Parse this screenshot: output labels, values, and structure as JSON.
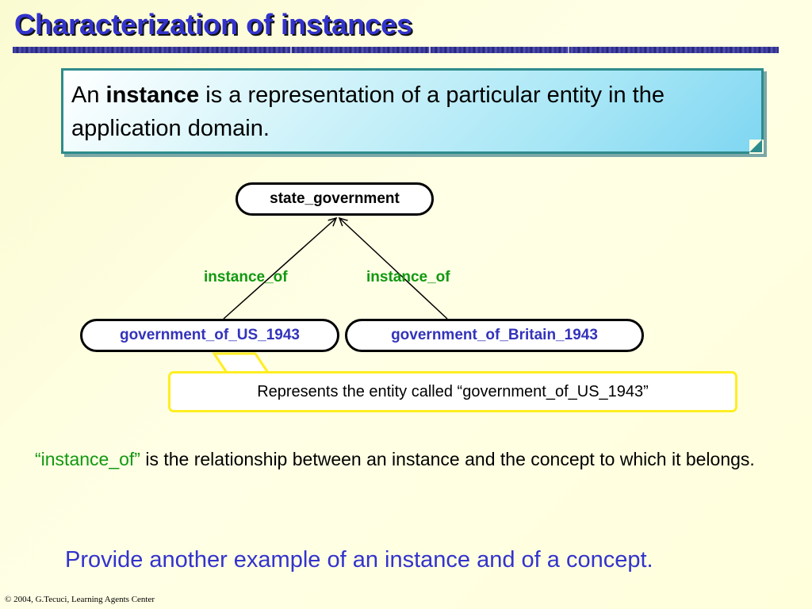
{
  "slide": {
    "title": "Characterization of instances",
    "definition": {
      "prefix": "An ",
      "term": "instance",
      "suffix": " is a representation of a particular entity in the application domain."
    },
    "diagram": {
      "concept": "state_government",
      "instances": [
        "government_of_US_1943",
        "government_of_Britain_1943"
      ],
      "relation_labels": [
        "instance_of",
        "instance_of"
      ]
    },
    "callout": "Represents the entity called “government_of_US_1943”",
    "note": {
      "quoted": "“instance_of”",
      "rest": " is the relationship between an instance and the concept to which it belongs."
    },
    "question": "Provide another example of an instance and of a concept.",
    "footer": "© 2004, G.Tecuci, Learning Agents Center"
  },
  "colors": {
    "title": "#3333cc",
    "relation": "#119911",
    "instance": "#3333bb",
    "callout_border": "#ffee22",
    "definition_border": "#2e8c8c"
  }
}
